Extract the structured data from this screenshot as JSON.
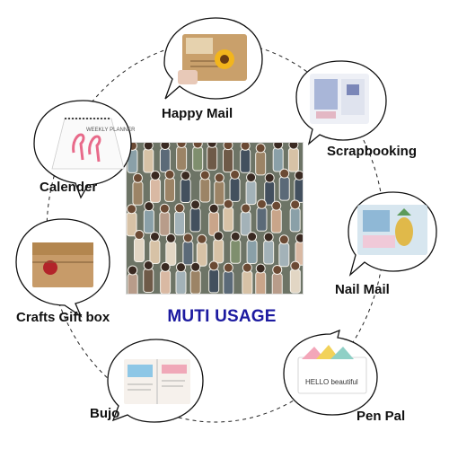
{
  "center": {
    "headline": "MUTI USAGE",
    "headline_color": "#1c1aa0"
  },
  "uses": [
    {
      "label": "Happy Mail",
      "icon": "kraft-envelope-sunflower"
    },
    {
      "label": "Scrapbooking",
      "icon": "scrapbook-album"
    },
    {
      "label": "Nail Mail",
      "icon": "pineapple-nail-card"
    },
    {
      "label": "Pen Pal",
      "icon": "hello-beautiful-card"
    },
    {
      "label": "Bujo",
      "icon": "bullet-journal"
    },
    {
      "label": "Crafts Gift box",
      "icon": "kraft-gift-box-seal"
    },
    {
      "label": "Calender",
      "icon": "flamingo-desk-calendar"
    }
  ],
  "calendar_art": {
    "heading": "WEEKLY PLANNER"
  },
  "pen_pal_art": {
    "card_text": "HELLO beautiful"
  }
}
